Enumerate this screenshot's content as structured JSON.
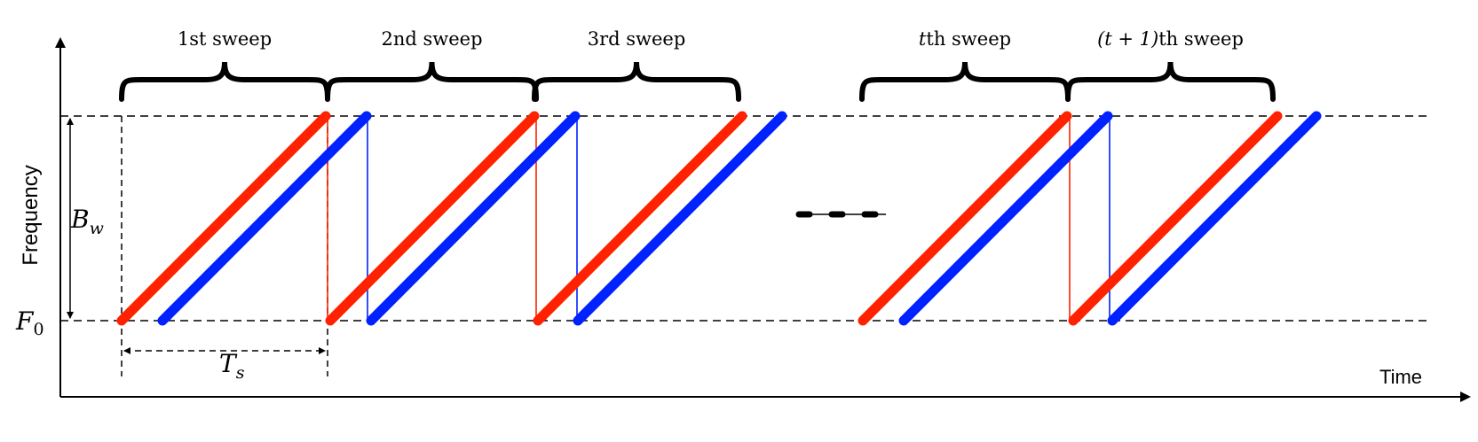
{
  "axes": {
    "y_label": "Frequency",
    "x_label": "Time"
  },
  "labels": {
    "f0": "F",
    "f0_sub": "0",
    "bw": "B",
    "bw_sub": "w",
    "ts": "T",
    "ts_sub": "s",
    "sweeps": [
      {
        "prefix": "",
        "text": "1st sweep"
      },
      {
        "prefix": "",
        "text": "2nd sweep"
      },
      {
        "prefix": "",
        "text": "3rd sweep"
      },
      {
        "prefix": "t",
        "text": "th sweep"
      },
      {
        "prefix": "(t + 1)",
        "text": "th sweep"
      }
    ]
  },
  "colors": {
    "red": "#ff2200",
    "blue": "#0022ff",
    "black": "#000000"
  }
}
